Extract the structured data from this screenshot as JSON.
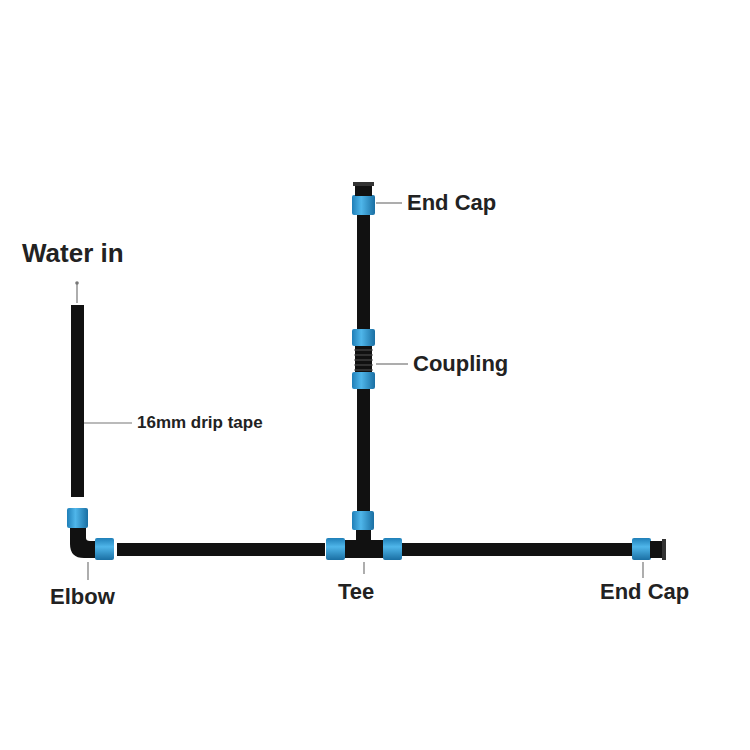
{
  "diagram": {
    "labels": [
      "Water in",
      "End Cap",
      "Coupling",
      "16mm drip tape",
      "Elbow",
      "Tee",
      "End Cap"
    ]
  }
}
